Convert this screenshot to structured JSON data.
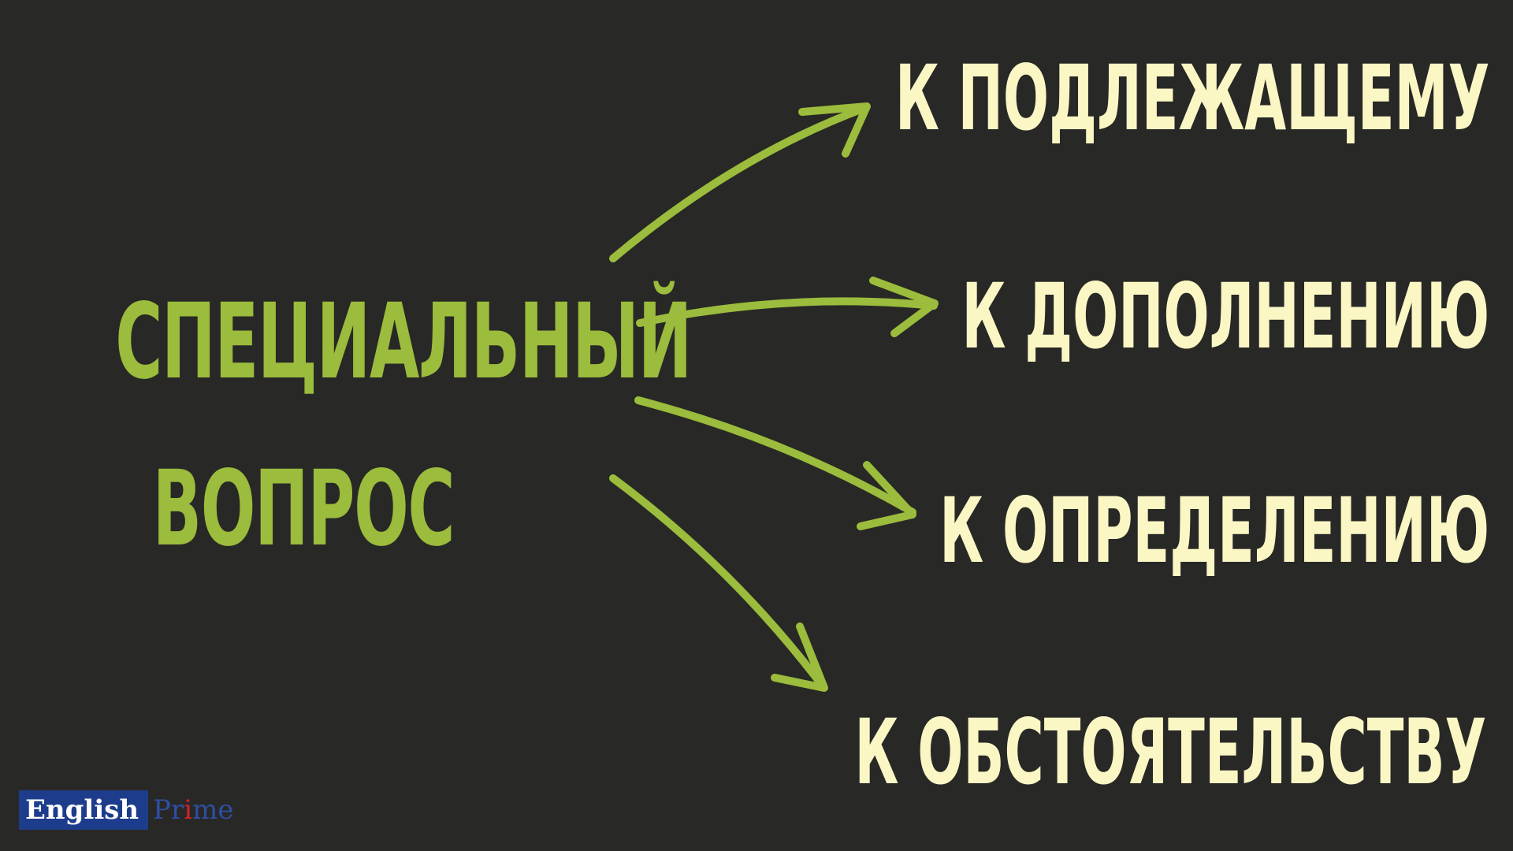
{
  "diagram": {
    "source": {
      "line1": "СПЕЦИАЛЬНЫЙ",
      "line2": "ВОПРОС"
    },
    "targets": [
      "К ПОДЛЕЖАЩЕМУ",
      "К ДОПОЛНЕНИЮ",
      "К ОПРЕДЕЛЕНИЮ",
      "К ОБСТОЯТЕЛЬСТВУ"
    ]
  },
  "logo": {
    "english": "English",
    "prime_start": "Pr",
    "prime_accent": "i",
    "prime_end": "me"
  },
  "colors": {
    "background": "#282826",
    "source_text": "#9bbc3c",
    "target_text": "#fbf7c5",
    "arrows": "#9bbc3c",
    "logo_blue": "#1d3d8c",
    "logo_red": "#d2232a"
  }
}
